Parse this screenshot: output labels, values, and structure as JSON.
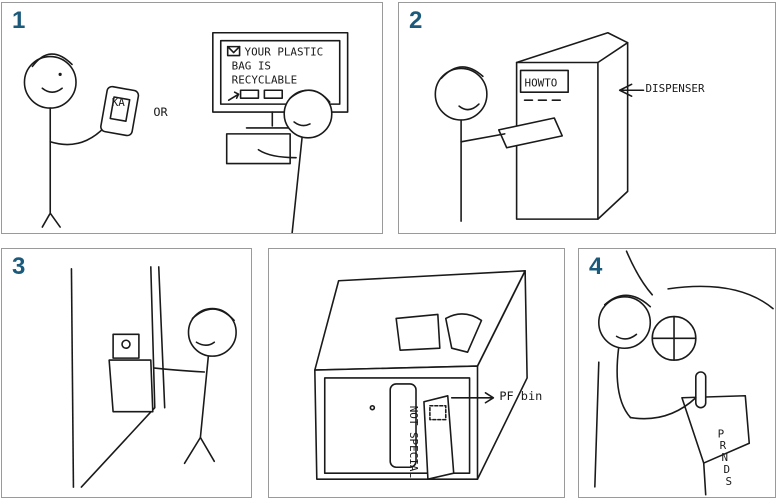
{
  "colors": {
    "panel_number": "#1b5a7a",
    "panel_border": "#9a9a9a",
    "ink": "#1a1a1a"
  },
  "panels": [
    {
      "number": "1",
      "screen_text": [
        "YOUR PLASTIC",
        "BAG IS",
        "RECYCLABLE"
      ],
      "phone_text": "KA",
      "or_label": "OR"
    },
    {
      "number": "2",
      "box_label": "HOWTO",
      "side_label": "DISPENSER"
    },
    {
      "number": "3"
    },
    {
      "number": "",
      "bin_label": "PF bin",
      "bag_label": "NOT SPECIAL"
    },
    {
      "number": "4",
      "gear_text": [
        "P",
        "R",
        "N",
        "D",
        "S"
      ]
    }
  ]
}
